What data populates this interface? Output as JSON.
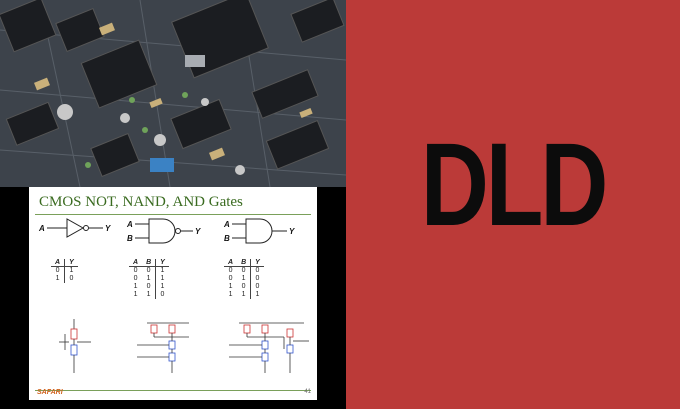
{
  "slide": {
    "title": "CMOS NOT, NAND, AND Gates",
    "brand": "SAFARI",
    "page_number": "41",
    "gates": [
      {
        "name": "NOT",
        "inputs": [
          "A"
        ],
        "output": "Y"
      },
      {
        "name": "NAND",
        "inputs": [
          "A",
          "B"
        ],
        "output": "Y"
      },
      {
        "name": "AND",
        "inputs": [
          "A",
          "B"
        ],
        "output": "Y"
      }
    ],
    "not_table": {
      "headers": [
        "A",
        "Y"
      ],
      "rows": [
        [
          "0",
          "1"
        ],
        [
          "1",
          "0"
        ]
      ]
    },
    "nand_table": {
      "headers": [
        "A",
        "B",
        "Y"
      ],
      "rows": [
        [
          "0",
          "0",
          "1"
        ],
        [
          "0",
          "1",
          "1"
        ],
        [
          "1",
          "0",
          "1"
        ],
        [
          "1",
          "1",
          "0"
        ]
      ]
    },
    "and_table": {
      "headers": [
        "A",
        "B",
        "Y"
      ],
      "rows": [
        [
          "0",
          "0",
          "0"
        ],
        [
          "0",
          "1",
          "0"
        ],
        [
          "1",
          "0",
          "0"
        ],
        [
          "1",
          "1",
          "1"
        ]
      ]
    }
  },
  "banner": {
    "text": "DLD",
    "background": "#bb3a38",
    "text_color": "#0c0c0c"
  },
  "colors": {
    "title_green": "#3a6b20",
    "brand_orange": "#d0621c",
    "pmos_red": "#cc3333",
    "nmos_blue": "#3355cc"
  }
}
